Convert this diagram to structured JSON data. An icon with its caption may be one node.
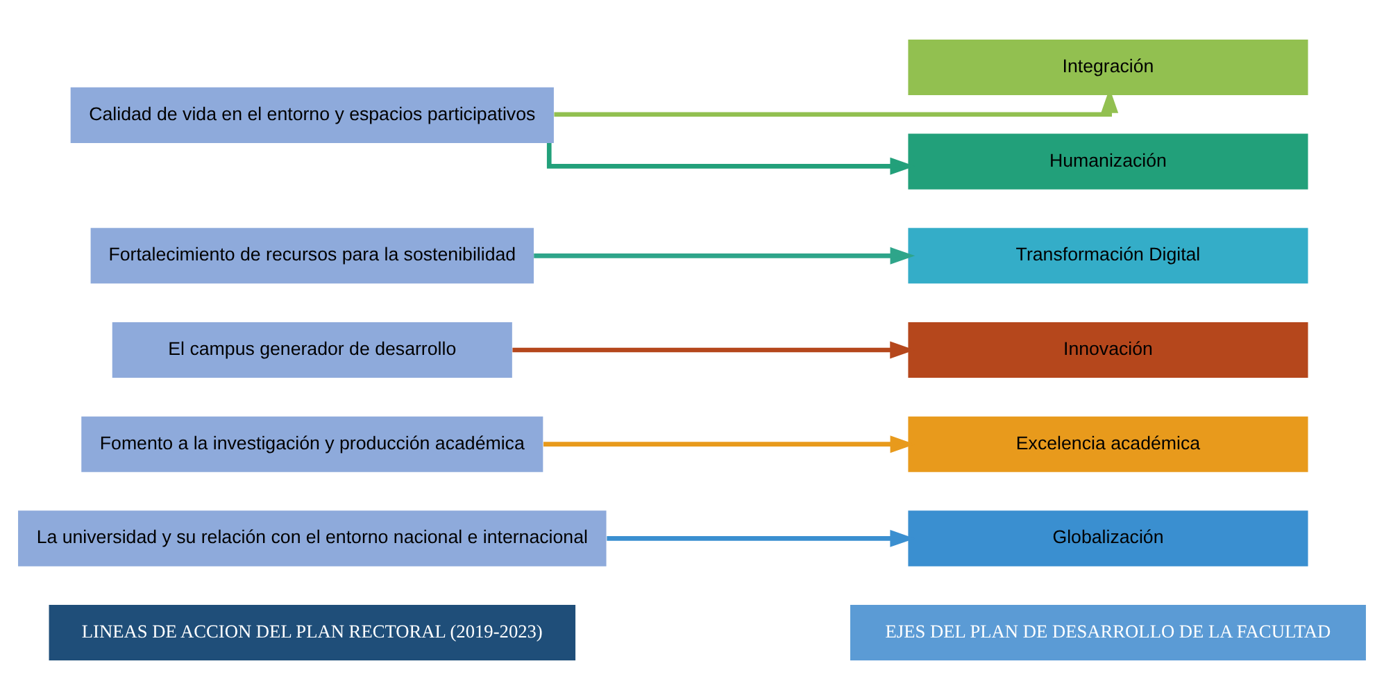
{
  "diagram": {
    "nodes": [
      {
        "text": [
          "LINEAS DE ACCION DEL PLAN RECTORAL (2019-2023)"
        ]
      },
      {
        "text": [
          "EJES DEL PLAN DE DESARROLLO DE LA FACULTAD"
        ]
      },
      {
        "text": [
          "La universidad y su relación con el entorno nacional e internacional"
        ]
      },
      {
        "text": [
          "Fomento a la investigación y producción académica"
        ]
      },
      {
        "text": [
          "El campus generador de desarrollo"
        ]
      },
      {
        "text": [
          "Fortalecimiento de recursos para la sostenibilidad"
        ]
      },
      {
        "text": [
          "Calidad de vida en el entorno y espacios participativos"
        ]
      },
      {
        "text": [
          "Globalización"
        ]
      },
      {
        "text": [
          "Excelencia académica"
        ]
      },
      {
        "text": [
          "Innovación"
        ]
      },
      {
        "text": [
          "Transformación Digital"
        ]
      },
      {
        "text": [
          "Integración"
        ]
      },
      {
        "text": [
          "Humanización"
        ]
      }
    ],
    "edges": [
      {
        "from": 2,
        "to": 7,
        "arrow": "to",
        "color": "#3a8fd0"
      },
      {
        "from": 3,
        "to": 8,
        "arrow": "to",
        "color": "#e89a1c"
      },
      {
        "from": 4,
        "to": 9,
        "arrow": "to",
        "color": "#b5471c"
      },
      {
        "from": 5,
        "to": 10,
        "arrow": "to",
        "color": "#2ea58a"
      },
      {
        "from": 6,
        "to": 11,
        "arrow": "to",
        "color": "#92c050"
      },
      {
        "from": 6,
        "to": 12,
        "arrow": "to",
        "color": "#22a07a"
      }
    ]
  }
}
